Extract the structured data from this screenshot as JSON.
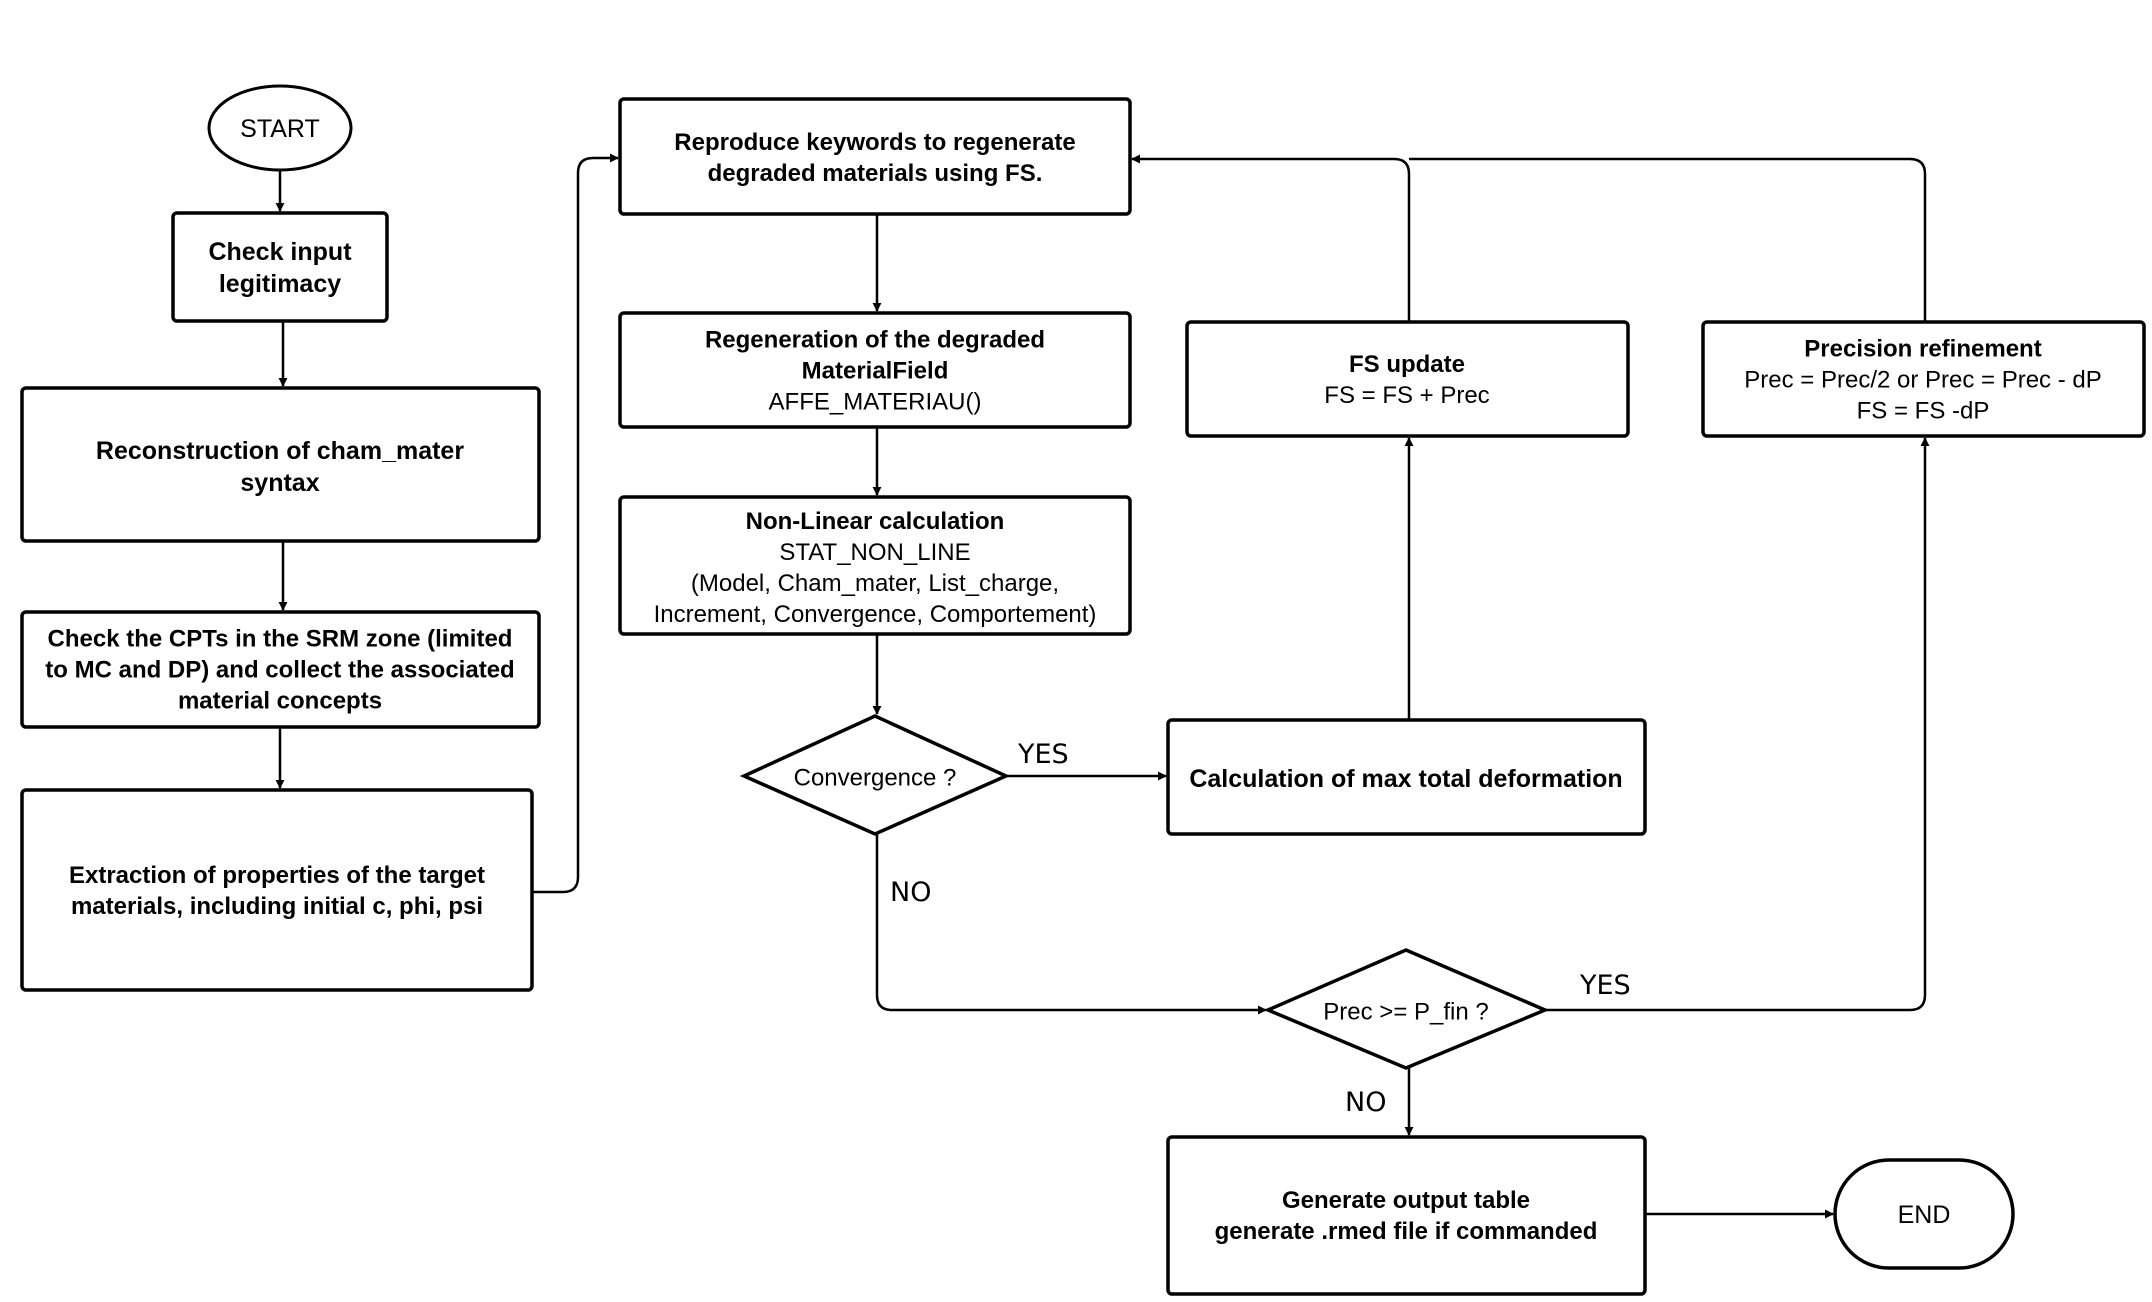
{
  "nodes": {
    "start": {
      "lines": [
        {
          "text": "START",
          "bold": false
        }
      ]
    },
    "check_input": {
      "lines": [
        {
          "text": "Check input",
          "bold": true
        },
        {
          "text": "legitimacy",
          "bold": true
        }
      ]
    },
    "reconstruction": {
      "lines": [
        {
          "text": "Reconstruction of cham_mater",
          "bold": true
        },
        {
          "text": "syntax",
          "bold": true
        }
      ]
    },
    "check_cpts": {
      "lines": [
        {
          "text": "Check the CPTs in the SRM zone (limited",
          "bold": true
        },
        {
          "text": "to MC and DP) and collect the associated",
          "bold": true
        },
        {
          "text": "material concepts",
          "bold": true
        }
      ]
    },
    "extraction": {
      "lines": [
        {
          "text": "Extraction of properties of the target",
          "bold": true
        },
        {
          "text": "materials, including initial c, phi, psi",
          "bold": true
        }
      ]
    },
    "reproduce": {
      "lines": [
        {
          "text": "Reproduce keywords to regenerate",
          "bold": true
        },
        {
          "text": "degraded materials using FS.",
          "bold": true
        }
      ]
    },
    "regeneration": {
      "lines": [
        {
          "text": "Regeneration of the degraded",
          "bold": true
        },
        {
          "text": "MaterialField",
          "bold": true
        },
        {
          "text": "AFFE_MATERIAU()",
          "bold": false
        }
      ]
    },
    "nonlinear": {
      "lines": [
        {
          "text": "Non-Linear calculation",
          "bold": true
        },
        {
          "text": "STAT_NON_LINE",
          "bold": false
        },
        {
          "text": "(Model, Cham_mater, List_charge,",
          "bold": false
        },
        {
          "text": "Increment, Convergence, Comportement)",
          "bold": false
        }
      ]
    },
    "convergence": {
      "lines": [
        {
          "text": "Convergence ?",
          "bold": false
        }
      ]
    },
    "max_deformation": {
      "lines": [
        {
          "text": "Calculation of max total deformation",
          "bold": true
        }
      ]
    },
    "fs_update": {
      "lines": [
        {
          "text": "FS update",
          "bold": true
        },
        {
          "text": "FS = FS + Prec",
          "bold": false
        }
      ]
    },
    "precision": {
      "lines": [
        {
          "text": "Precision refinement",
          "bold": true
        },
        {
          "text": "Prec = Prec/2 or Prec = Prec - dP",
          "bold": false
        },
        {
          "text": "FS = FS -dP",
          "bold": false
        }
      ]
    },
    "prec_check": {
      "lines": [
        {
          "text": "Prec >= P_fin ?",
          "bold": false
        }
      ]
    },
    "output": {
      "lines": [
        {
          "text": "Generate output table",
          "bold": true
        },
        {
          "text": "generate .rmed file if commanded",
          "bold": true
        }
      ]
    },
    "end": {
      "lines": [
        {
          "text": "END",
          "bold": false
        }
      ]
    }
  },
  "edge_labels": {
    "convergence_yes": "YES",
    "convergence_no": "NO",
    "prec_yes": "YES",
    "prec_no": "NO"
  },
  "colors": {
    "stroke": "#000000",
    "fill": "#ffffff",
    "text": "#000000"
  }
}
